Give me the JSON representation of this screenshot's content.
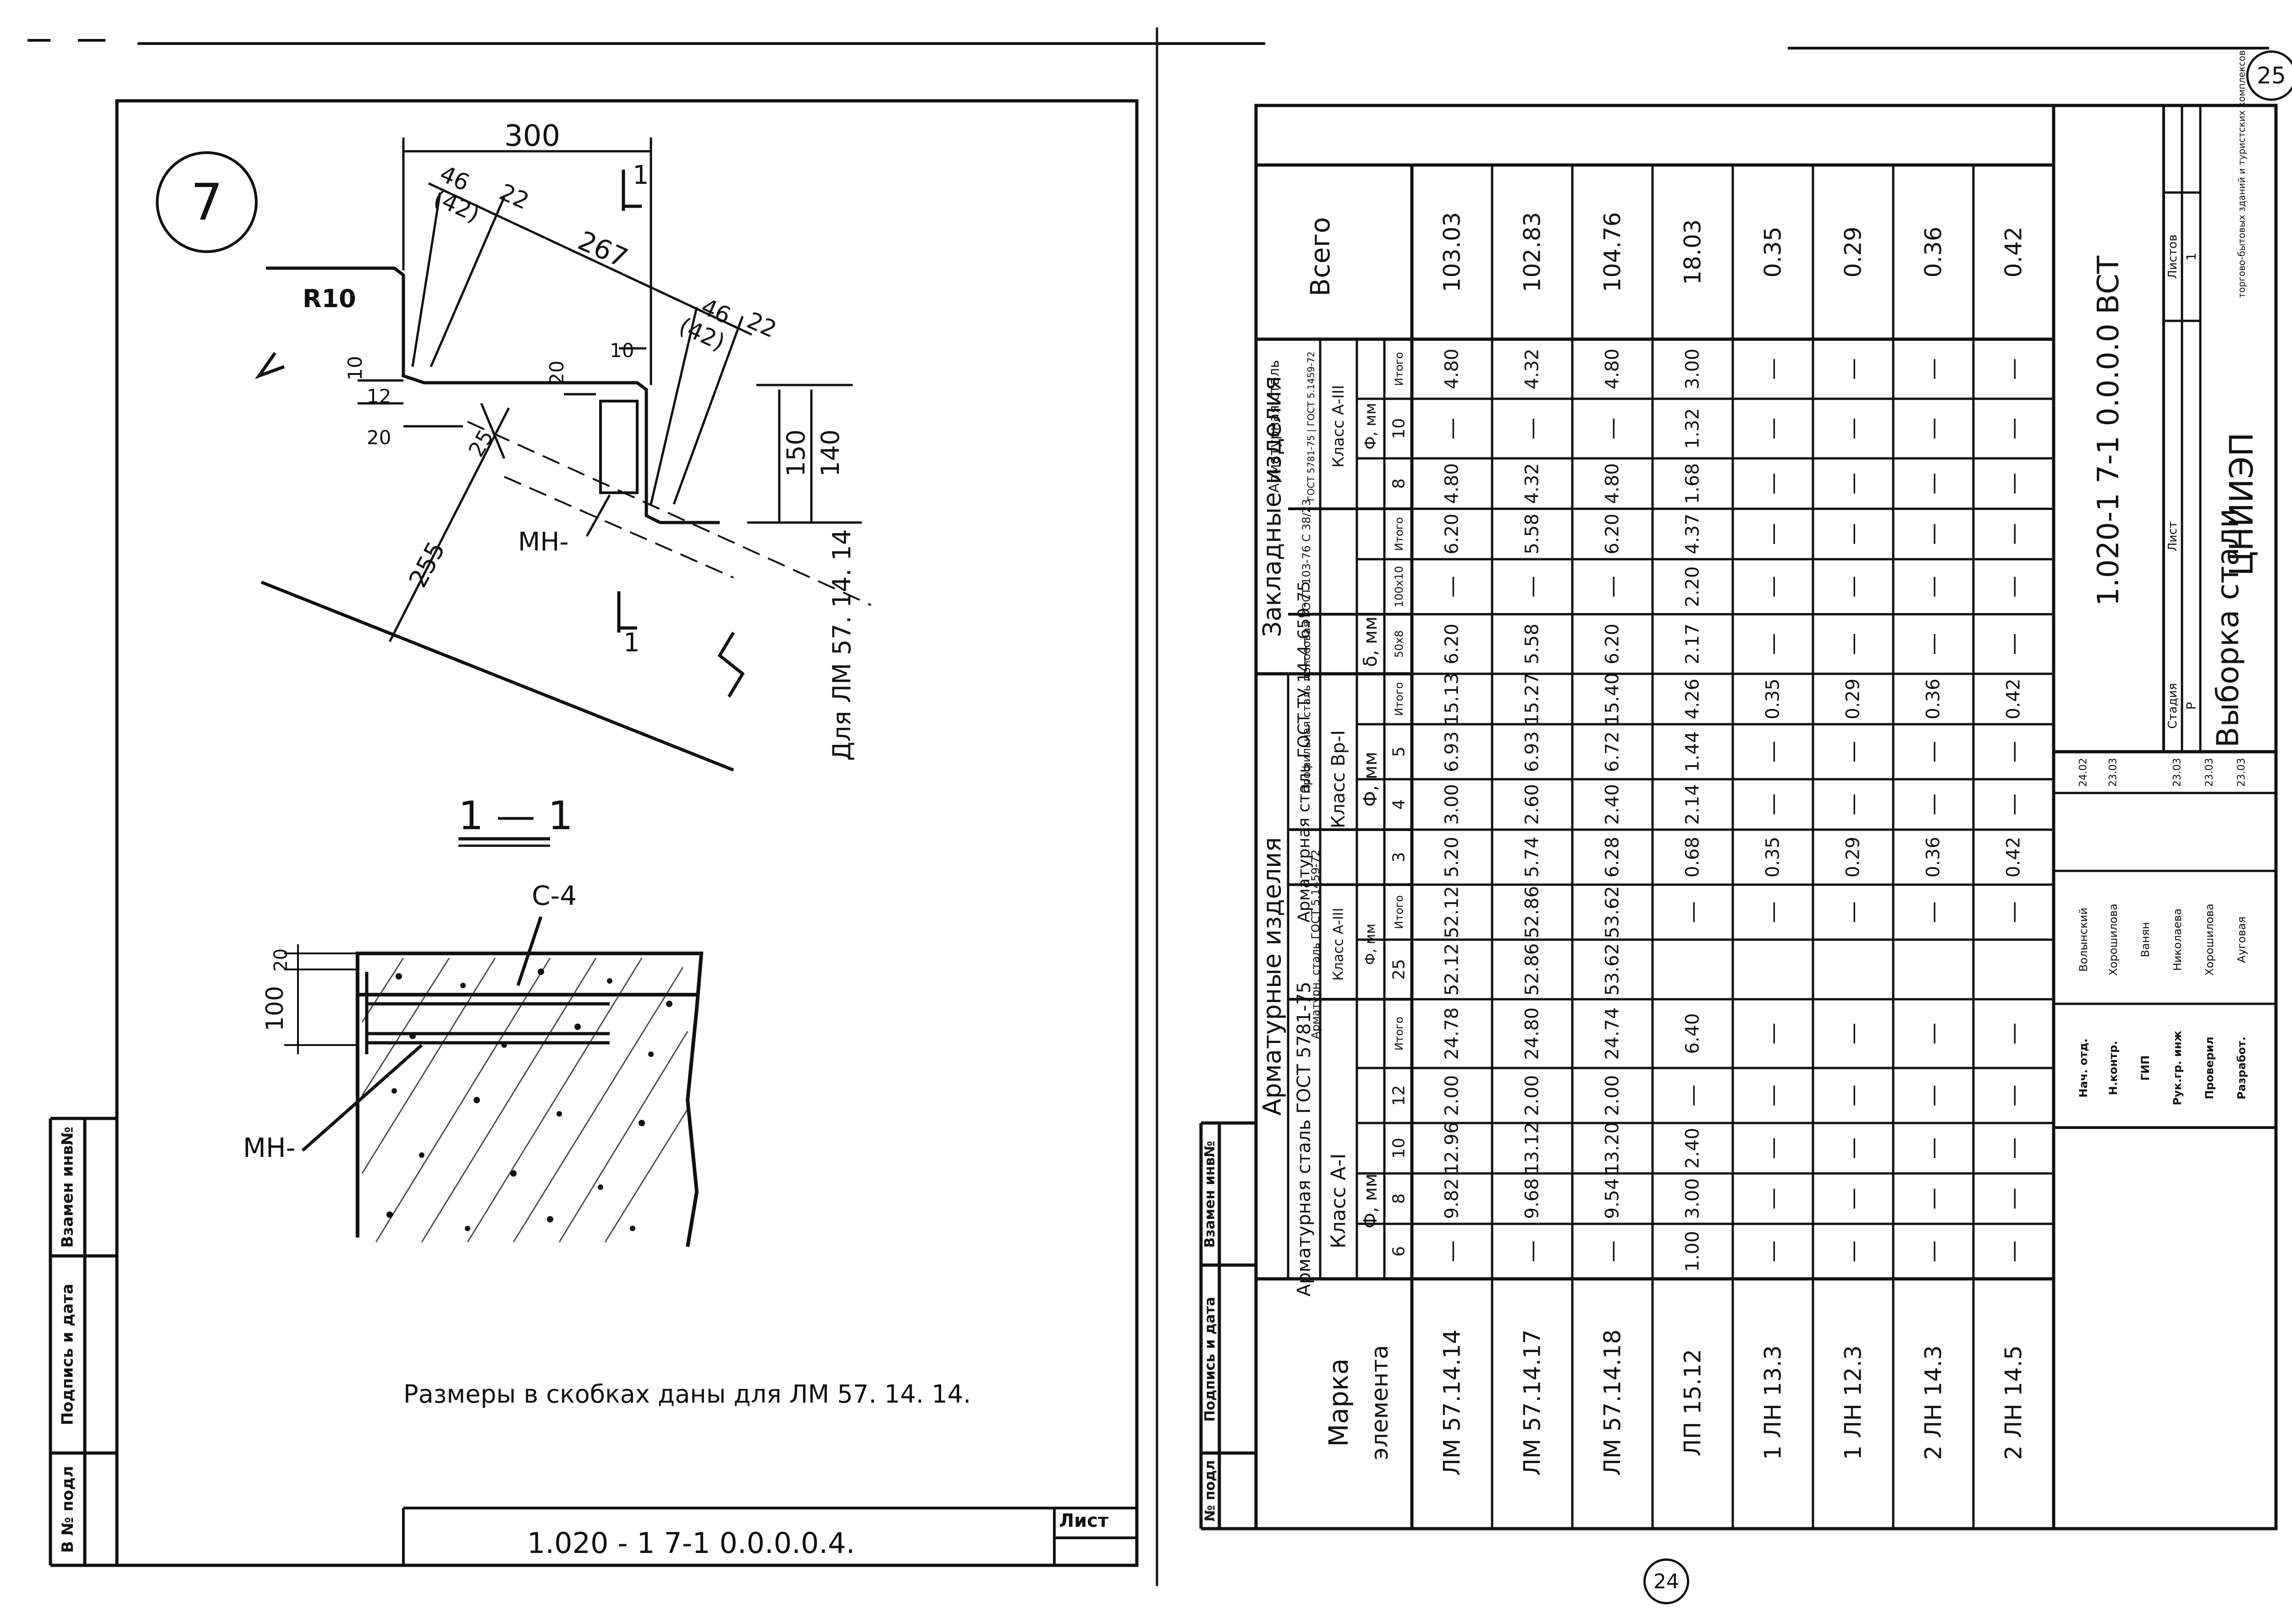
{
  "left_sheet": {
    "node_number": "7",
    "section_label": "1 — 1",
    "note": "Размеры в скобках даны для ЛМ 57. 14. 14.",
    "doc_code": "1.020 - 1  7-1  0.0.0.0.4.",
    "sheet_label": "Лист",
    "dims": {
      "d300": "300",
      "d46a": "46",
      "d22a": "22",
      "d42a": "(42)",
      "d267": "267",
      "d46b": "46",
      "d22b": "22",
      "d42b": "(42)",
      "r10": "R10",
      "d10a": "10",
      "d12": "12",
      "d20a": "20",
      "d20b": "20",
      "d10b": "10",
      "d25": "25",
      "d255": "255",
      "d150": "150",
      "d140": "140",
      "cut1": "1",
      "cut2": "1",
      "mn1": "МН-",
      "mn2": "МН-",
      "c4": "С-4",
      "d20c": "20",
      "d100": "100",
      "for_lm": "Для ЛМ 57. 14. 14"
    },
    "stamp_cells": [
      "Взамен инв№",
      "Подпись и дата",
      "В № подл"
    ]
  },
  "right_sheet": {
    "page_number_bottom": "24",
    "page_number_top": "25",
    "table": {
      "hdr_marka": "Марка элемента",
      "hdr_armatur": "Арматурные изделия",
      "hdr_zaklad": "Закладные изделия",
      "hdr_vsego": "Всего",
      "grp_a1_title": "Арматурная сталь ГОСТ 5781-75",
      "grp_a1_class": "Класс А-I",
      "grp_a1_phi": "Ф, мм",
      "grp_a3_title": "Арматурн. сталь ГОСТ 5.1459-72",
      "grp_a3_class": "Класс А-III",
      "grp_a3_phi": "Ф, мм",
      "grp_bp_title": "Арматурная сталь ГОСТ ТУ 14-4-659-75",
      "grp_bp_class": "Класс Вр-I",
      "grp_bp_phi": "Ф, мм",
      "grp_pr_title": "Профильная сталь полосовая ГОСТ 103-76 С 38/23",
      "grp_pr_sub": "δ, мм",
      "grp_z3_title": "Арматурная сталь",
      "grp_z3_gost": "ГОСТ 5781-75 | ГОСТ 5.1459-72",
      "grp_z3_class": "Класс А-III",
      "grp_z3_phi": "Ф, мм",
      "cols": [
        "6",
        "8",
        "10",
        "12",
        "Итого",
        "25",
        "Итого",
        "3",
        "4",
        "5",
        "Итого",
        "50х8",
        "100х10",
        "Итого",
        "8",
        "10",
        "Итого"
      ],
      "rows": [
        {
          "mark": "ЛМ 57.14.14",
          "v": [
            "—",
            "9.82",
            "12.96",
            "2.00",
            "24.78",
            "52.12",
            "52.12",
            "5.20",
            "3.00",
            "6.93",
            "15.13",
            "6.20",
            "—",
            "6.20",
            "4.80",
            "—",
            "4.80"
          ],
          "total": "103.03"
        },
        {
          "mark": "ЛМ 57.14.17",
          "v": [
            "—",
            "9.68",
            "13.12",
            "2.00",
            "24.80",
            "52.86",
            "52.86",
            "5.74",
            "2.60",
            "6.93",
            "15.27",
            "5.58",
            "—",
            "5.58",
            "4.32",
            "—",
            "4.32"
          ],
          "total": "102.83"
        },
        {
          "mark": "ЛМ 57.14.18",
          "v": [
            "—",
            "9.54",
            "13.20",
            "2.00",
            "24.74",
            "53.62",
            "53.62",
            "6.28",
            "2.40",
            "6.72",
            "15.40",
            "6.20",
            "—",
            "6.20",
            "4.80",
            "—",
            "4.80"
          ],
          "total": "104.76"
        },
        {
          "mark": "ЛП 15.12",
          "v": [
            "1.00",
            "3.00",
            "2.40",
            "—",
            "6.40",
            "",
            "—",
            "0.68",
            "2.14",
            "1.44",
            "4.26",
            "2.17",
            "2.20",
            "4.37",
            "1.68",
            "1.32",
            "3.00"
          ],
          "total": "18.03"
        },
        {
          "mark": "1 ЛН 13.3",
          "v": [
            "—",
            "—",
            "—",
            "—",
            "—",
            "",
            "—",
            "0.35",
            "—",
            "—",
            "0.35",
            "—",
            "—",
            "—",
            "—",
            "—",
            "—"
          ],
          "total": "0.35"
        },
        {
          "mark": "1 ЛН 12.3",
          "v": [
            "—",
            "—",
            "—",
            "—",
            "—",
            "",
            "—",
            "0.29",
            "—",
            "—",
            "0.29",
            "—",
            "—",
            "—",
            "—",
            "—",
            "—"
          ],
          "total": "0.29"
        },
        {
          "mark": "2 ЛН 14.3",
          "v": [
            "—",
            "—",
            "—",
            "—",
            "—",
            "",
            "—",
            "0.36",
            "—",
            "—",
            "0.36",
            "—",
            "—",
            "—",
            "—",
            "—",
            "—"
          ],
          "total": "0.36"
        },
        {
          "mark": "2 ЛН 14.5",
          "v": [
            "—",
            "—",
            "—",
            "—",
            "—",
            "",
            "—",
            "0.42",
            "—",
            "—",
            "0.42",
            "—",
            "—",
            "—",
            "—",
            "—",
            "—"
          ],
          "total": "0.42"
        }
      ]
    },
    "stamp": {
      "doc_code": "1.020-1  7-1  0.0.0.0 ВСТ",
      "title": "Выборка стали",
      "org": "ЦНИИЭП",
      "org2": "торгово-бытовых зданий и туристских комплексов",
      "stage_hdr": "Стадия",
      "sheet_hdr": "Лист",
      "sheets_hdr": "Листов",
      "stage": "Р",
      "sheet": "",
      "sheets": "1",
      "people": [
        {
          "role": "Нач. отд.",
          "name": "Волынский",
          "date": "24.02"
        },
        {
          "role": "Н.контр.",
          "name": "Хорошилова",
          "date": "23.03"
        },
        {
          "role": "ГИП",
          "name": "Ванян",
          "date": ""
        },
        {
          "role": "Рук.гр. инж",
          "name": "Николаева",
          "date": "23.03"
        },
        {
          "role": "Проверил",
          "name": "Хорошилова",
          "date": "23.03"
        },
        {
          "role": "Разработ.",
          "name": "Ауговая",
          "date": "23.03"
        }
      ]
    },
    "stamp_cells": [
      "Взамен инв№",
      "Подпись и дата",
      "№ подл"
    ]
  }
}
